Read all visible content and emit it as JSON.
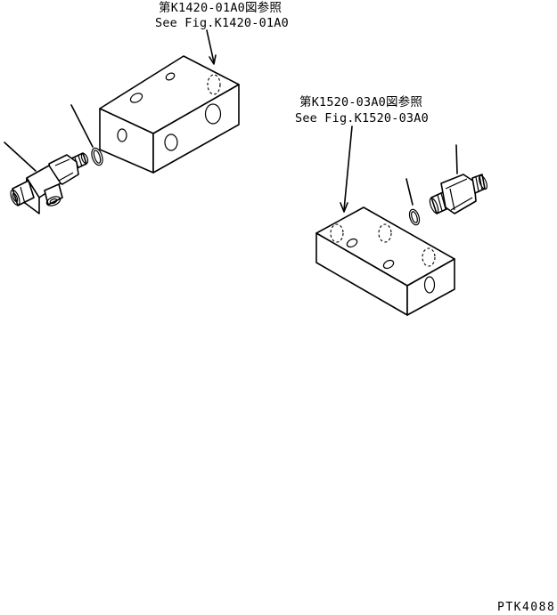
{
  "callouts": {
    "upper_jp": "第K1420-01A0図参照",
    "upper_en": "See Fig.K1420-01A0",
    "lower_jp": "第K1520-03A0図参照",
    "lower_en": "See Fig.K1520-03A0"
  },
  "drawing_code": "PTK4088"
}
